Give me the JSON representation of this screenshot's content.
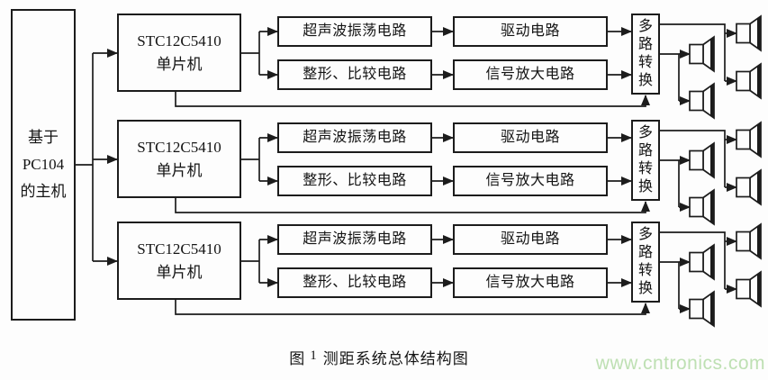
{
  "figure": {
    "host": {
      "lines": [
        "基于",
        "PC104",
        "的主机"
      ]
    },
    "rows": [
      {
        "mcu": {
          "line1": "STC12C5410",
          "line2": "单片机"
        },
        "oscillator": "超声波振荡电路",
        "driver": "驱动电路",
        "shaper": "整形、比较电路",
        "amplifier": "信号放大电路",
        "mux": "多路转换"
      },
      {
        "mcu": {
          "line1": "STC12C5410",
          "line2": "单片机"
        },
        "oscillator": "超声波振荡电路",
        "driver": "驱动电路",
        "shaper": "整形、比较电路",
        "amplifier": "信号放大电路",
        "mux": "多路转换"
      },
      {
        "mcu": {
          "line1": "STC12C5410",
          "line2": "单片机"
        },
        "oscillator": "超声波振荡电路",
        "driver": "驱动电路",
        "shaper": "整形、比较电路",
        "amplifier": "信号放大电路",
        "mux": "多路转换"
      }
    ],
    "caption": {
      "label": "图",
      "number": "1",
      "title": "测距系统总体结构图"
    },
    "watermark": "www.cntronics.com",
    "icons": {
      "transducer": "ultrasonic-transducer-icon"
    },
    "colors": {
      "line": "#1c1c1c",
      "watermark": "#bee0b3",
      "background": "#fdfdfd"
    }
  }
}
